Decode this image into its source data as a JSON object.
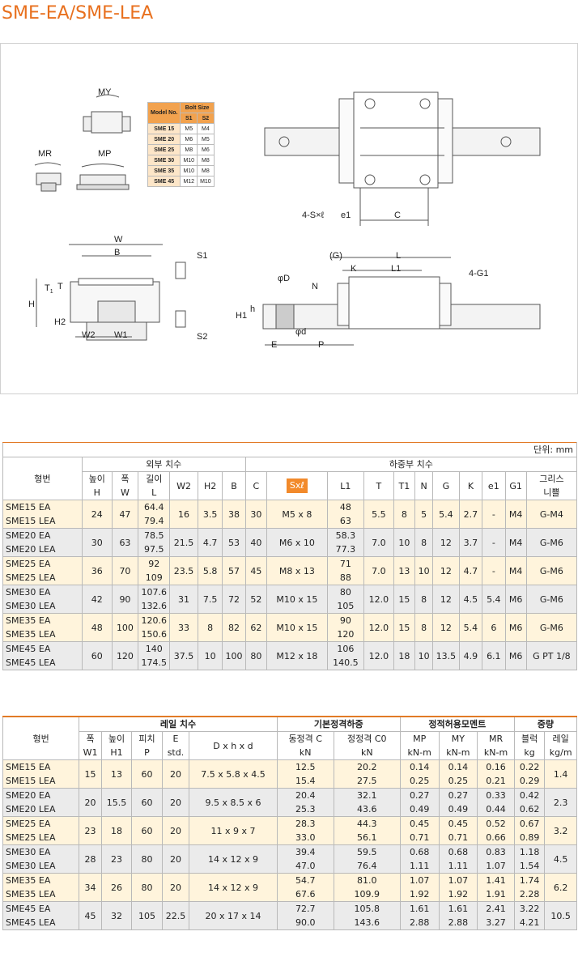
{
  "title": "SME-EA/SME-LEA",
  "drawing": {
    "moment_labels": [
      "MY",
      "MR",
      "MP"
    ],
    "mini_table": {
      "headers": [
        "Model No.",
        "Bolt Size",
        "S1",
        "S2"
      ],
      "rows": [
        [
          "SME 15",
          "M5",
          "M4"
        ],
        [
          "SME 20",
          "M6",
          "M5"
        ],
        [
          "SME 25",
          "M8",
          "M6"
        ],
        [
          "SME 30",
          "M10",
          "M8"
        ],
        [
          "SME 35",
          "M10",
          "M8"
        ],
        [
          "SME 45",
          "M12",
          "M10"
        ]
      ]
    },
    "dim_labels": {
      "w": "W",
      "b": "B",
      "s1": "S1",
      "s2": "S2",
      "t1": "T",
      "t1sub": "1",
      "t": "T",
      "h": "H",
      "h2": "H2",
      "w2": "W2",
      "w1": "W1",
      "sxl": "4-S×ℓ",
      "e1": "e1",
      "c": "C",
      "g": "(G)",
      "l": "L",
      "k": "K",
      "l1": "L1",
      "g1": "4-G1",
      "phid": "φD",
      "n": "N",
      "h_small": "h",
      "h1": "H1",
      "phid2": "φd",
      "e": "E",
      "p": "P"
    }
  },
  "table1": {
    "unit": "단위: mm",
    "group_outer": "외부 치수",
    "group_load": "하중부 치수",
    "header_model": "형번",
    "cols": [
      [
        "높이",
        "H"
      ],
      [
        "폭",
        "W"
      ],
      [
        "길이",
        "L"
      ],
      [
        "W2"
      ],
      [
        "H2"
      ],
      [
        "B"
      ],
      [
        "C"
      ],
      [
        "Sxℓ"
      ],
      [
        "L1"
      ],
      [
        "T"
      ],
      [
        "T1"
      ],
      [
        "N"
      ],
      [
        "G"
      ],
      [
        "K"
      ],
      [
        "e1"
      ],
      [
        "G1"
      ],
      [
        "그리스",
        "니쁠"
      ]
    ],
    "rows": [
      {
        "model": [
          "SME15 EA",
          "SME15 LEA"
        ],
        "H": "24",
        "W": "47",
        "L": [
          "64.4",
          "79.4"
        ],
        "W2": "16",
        "H2": "3.5",
        "B": "38",
        "C": "30",
        "Sxl": "M5 x 8",
        "L1": [
          "48",
          "63"
        ],
        "T": "5.5",
        "T1": "8",
        "N": "5",
        "G": "5.4",
        "K": "2.7",
        "e1": "-",
        "G1": "M4",
        "grease": "G-M4"
      },
      {
        "model": [
          "SME20 EA",
          "SME20 LEA"
        ],
        "H": "30",
        "W": "63",
        "L": [
          "78.5",
          "97.5"
        ],
        "W2": "21.5",
        "H2": "4.7",
        "B": "53",
        "C": "40",
        "Sxl": "M6 x 10",
        "L1": [
          "58.3",
          "77.3"
        ],
        "T": "7.0",
        "T1": "10",
        "N": "8",
        "G": "12",
        "K": "3.7",
        "e1": "-",
        "G1": "M4",
        "grease": "G-M6"
      },
      {
        "model": [
          "SME25 EA",
          "SME25 LEA"
        ],
        "H": "36",
        "W": "70",
        "L": [
          "92",
          "109"
        ],
        "W2": "23.5",
        "H2": "5.8",
        "B": "57",
        "C": "45",
        "Sxl": "M8 x 13",
        "L1": [
          "71",
          "88"
        ],
        "T": "7.0",
        "T1": "13",
        "N": "10",
        "G": "12",
        "K": "4.7",
        "e1": "-",
        "G1": "M4",
        "grease": "G-M6"
      },
      {
        "model": [
          "SME30 EA",
          "SME30 LEA"
        ],
        "H": "42",
        "W": "90",
        "L": [
          "107.6",
          "132.6"
        ],
        "W2": "31",
        "H2": "7.5",
        "B": "72",
        "C": "52",
        "Sxl": "M10 x 15",
        "L1": [
          "80",
          "105"
        ],
        "T": "12.0",
        "T1": "15",
        "N": "8",
        "G": "12",
        "K": "4.5",
        "e1": "5.4",
        "G1": "M6",
        "grease": "G-M6"
      },
      {
        "model": [
          "SME35 EA",
          "SME35 LEA"
        ],
        "H": "48",
        "W": "100",
        "L": [
          "120.6",
          "150.6"
        ],
        "W2": "33",
        "H2": "8",
        "B": "82",
        "C": "62",
        "Sxl": "M10 x 15",
        "L1": [
          "90",
          "120"
        ],
        "T": "12.0",
        "T1": "15",
        "N": "8",
        "G": "12",
        "K": "5.4",
        "e1": "6",
        "G1": "M6",
        "grease": "G-M6"
      },
      {
        "model": [
          "SME45 EA",
          "SME45 LEA"
        ],
        "H": "60",
        "W": "120",
        "L": [
          "140",
          "174.5"
        ],
        "W2": "37.5",
        "H2": "10",
        "B": "100",
        "C": "80",
        "Sxl": "M12 x 18",
        "L1": [
          "106",
          "140.5"
        ],
        "T": "12.0",
        "T1": "18",
        "N": "10",
        "G": "13.5",
        "K": "4.9",
        "e1": "6.1",
        "G1": "M6",
        "grease": "G PT 1/8"
      }
    ]
  },
  "table2": {
    "header_model": "형번",
    "group_rail": "레일 치수",
    "group_load": "기본정격하중",
    "group_moment": "정적허용모멘트",
    "group_weight": "중량",
    "cols": [
      [
        "폭",
        "W1"
      ],
      [
        "높이",
        "H1"
      ],
      [
        "피치",
        "P"
      ],
      [
        "E",
        "std."
      ],
      [
        "D x h x d"
      ],
      [
        "동정격 C",
        "kN"
      ],
      [
        "정정격 C0",
        "kN"
      ],
      [
        "MP",
        "kN-m"
      ],
      [
        "MY",
        "kN-m"
      ],
      [
        "MR",
        "kN-m"
      ],
      [
        "블럭",
        "kg"
      ],
      [
        "레일",
        "kg/m"
      ]
    ],
    "rows": [
      {
        "model": [
          "SME15 EA",
          "SME15 LEA"
        ],
        "W1": "15",
        "H1": "13",
        "P": "60",
        "E": "20",
        "Dhd": "7.5 x 5.8 x 4.5",
        "C": [
          "12.5",
          "15.4"
        ],
        "C0": [
          "20.2",
          "27.5"
        ],
        "MP": [
          "0.14",
          "0.25"
        ],
        "MY": [
          "0.14",
          "0.25"
        ],
        "MR": [
          "0.16",
          "0.21"
        ],
        "block": [
          "0.22",
          "0.29"
        ],
        "rail": "1.4"
      },
      {
        "model": [
          "SME20 EA",
          "SME20 LEA"
        ],
        "W1": "20",
        "H1": "15.5",
        "P": "60",
        "E": "20",
        "Dhd": "9.5 x 8.5 x 6",
        "C": [
          "20.4",
          "25.3"
        ],
        "C0": [
          "32.1",
          "43.6"
        ],
        "MP": [
          "0.27",
          "0.49"
        ],
        "MY": [
          "0.27",
          "0.49"
        ],
        "MR": [
          "0.33",
          "0.44"
        ],
        "block": [
          "0.42",
          "0.62"
        ],
        "rail": "2.3"
      },
      {
        "model": [
          "SME25 EA",
          "SME25 LEA"
        ],
        "W1": "23",
        "H1": "18",
        "P": "60",
        "E": "20",
        "Dhd": "11 x 9 x 7",
        "C": [
          "28.3",
          "33.0"
        ],
        "C0": [
          "44.3",
          "56.1"
        ],
        "MP": [
          "0.45",
          "0.71"
        ],
        "MY": [
          "0.45",
          "0.71"
        ],
        "MR": [
          "0.52",
          "0.66"
        ],
        "block": [
          "0.67",
          "0.89"
        ],
        "rail": "3.2"
      },
      {
        "model": [
          "SME30 EA",
          "SME30 LEA"
        ],
        "W1": "28",
        "H1": "23",
        "P": "80",
        "E": "20",
        "Dhd": "14 x 12 x 9",
        "C": [
          "39.4",
          "47.0"
        ],
        "C0": [
          "59.5",
          "76.4"
        ],
        "MP": [
          "0.68",
          "1.11"
        ],
        "MY": [
          "0.68",
          "1.11"
        ],
        "MR": [
          "0.83",
          "1.07"
        ],
        "block": [
          "1.18",
          "1.54"
        ],
        "rail": "4.5"
      },
      {
        "model": [
          "SME35 EA",
          "SME35 LEA"
        ],
        "W1": "34",
        "H1": "26",
        "P": "80",
        "E": "20",
        "Dhd": "14 x 12 x 9",
        "C": [
          "54.7",
          "67.6"
        ],
        "C0": [
          "81.0",
          "109.9"
        ],
        "MP": [
          "1.07",
          "1.92"
        ],
        "MY": [
          "1.07",
          "1.92"
        ],
        "MR": [
          "1.41",
          "1.91"
        ],
        "block": [
          "1.74",
          "2.28"
        ],
        "rail": "6.2"
      },
      {
        "model": [
          "SME45 EA",
          "SME45 LEA"
        ],
        "W1": "45",
        "H1": "32",
        "P": "105",
        "E": "22.5",
        "Dhd": "20 x 17 x 14",
        "C": [
          "72.7",
          "90.0"
        ],
        "C0": [
          "105.8",
          "143.6"
        ],
        "MP": [
          "1.61",
          "2.88"
        ],
        "MY": [
          "1.61",
          "2.88"
        ],
        "MR": [
          "2.41",
          "3.27"
        ],
        "block": [
          "3.22",
          "4.21"
        ],
        "rail": "10.5"
      }
    ]
  }
}
